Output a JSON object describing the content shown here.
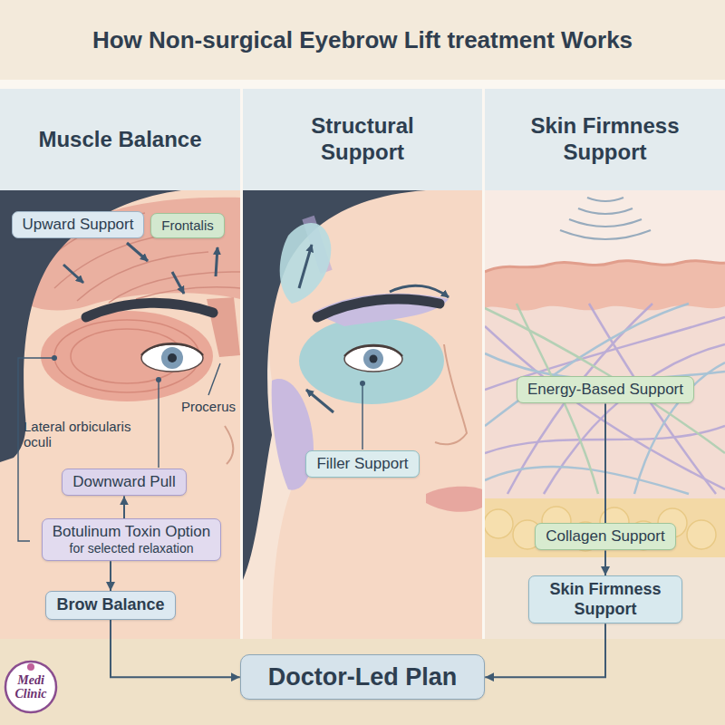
{
  "diagram": {
    "title": "How Non-surgical Eyebrow Lift treatment Works",
    "nodes": [
      {
        "text": [
          "Muscle Balance"
        ]
      },
      {
        "text": [
          "Upward Support"
        ],
        "in": 0
      },
      {
        "text": [
          "Frontalis"
        ],
        "in": 0
      },
      {
        "text": [
          "Downward Pull"
        ],
        "in": 0
      },
      {
        "text": [
          "Botulinum Toxin Option",
          "for selected relaxation"
        ],
        "in": 0
      },
      {
        "text": [
          "Brow Balance"
        ],
        "in": 0
      },
      {
        "text": [
          "Structural Support"
        ]
      },
      {
        "text": [
          "Filler Support"
        ],
        "in": 6
      },
      {
        "text": [
          "Skin Firmness Support"
        ]
      },
      {
        "text": [
          "Energy-Based Support"
        ],
        "in": 8
      },
      {
        "text": [
          "Collagen Support"
        ],
        "in": 8
      },
      {
        "text": [
          "Skin Firmness Support"
        ],
        "in": 8
      },
      {
        "text": [
          "Doctor-Led Plan"
        ]
      }
    ],
    "edges": [
      {
        "from": 4,
        "to": 3,
        "arrow": "to"
      },
      {
        "from": 4,
        "to": 5,
        "arrow": "to"
      },
      {
        "from": 5,
        "to": 12,
        "arrow": "to"
      },
      {
        "from": 9,
        "to": 10,
        "arrow": "none"
      },
      {
        "from": 10,
        "to": 11,
        "arrow": "to"
      },
      {
        "from": 11,
        "to": 12,
        "arrow": "to"
      }
    ],
    "labels": [
      "Lateral orbicularis oculi",
      "Procerus",
      "Medi Clinic"
    ]
  }
}
